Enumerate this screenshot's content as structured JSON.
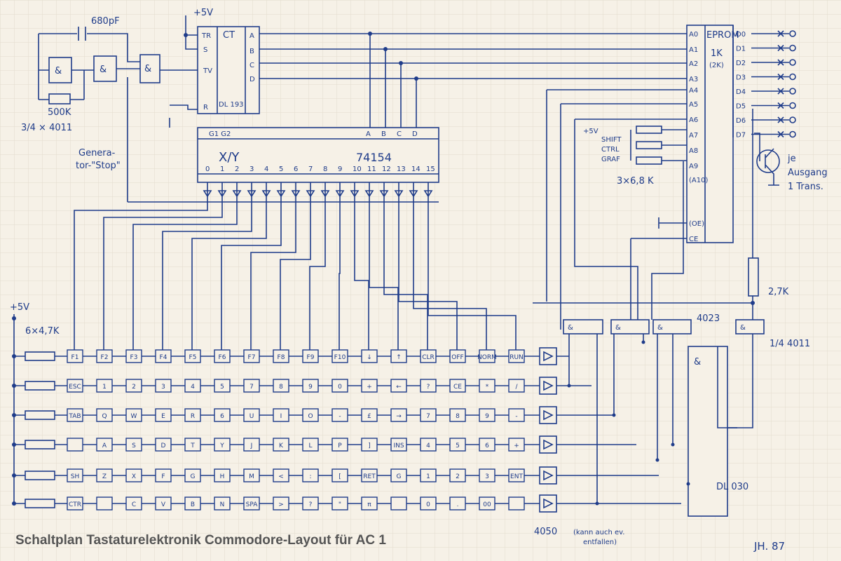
{
  "caption": "Schaltplan Tastaturelektronik Commodore-Layout für AC 1",
  "signature": "JH. 87",
  "oscillator": {
    "cap": "680pF",
    "resistor": "500K",
    "chip": "3/4 × 4011",
    "gate": "&"
  },
  "counter": {
    "name": "CT",
    "chip": "DL 193",
    "supply": "+5V",
    "pins_in": [
      "TR",
      "S",
      "TV",
      "R"
    ],
    "pins_out": [
      "A",
      "B",
      "C",
      "D"
    ]
  },
  "generator_label": [
    "Genera-",
    "tor-\"Stop\""
  ],
  "decoder": {
    "chip": "74154",
    "func": "X/Y",
    "enables": "G1 G2",
    "inputs": [
      "A",
      "B",
      "C",
      "D"
    ],
    "outputs": [
      "0",
      "1",
      "2",
      "3",
      "4",
      "5",
      "6",
      "7",
      "8",
      "9",
      "10",
      "11",
      "12",
      "13",
      "14",
      "15"
    ]
  },
  "eprom": {
    "title": "EPROM",
    "size": "1K",
    "alt": "(2K)",
    "addr": [
      "A0",
      "A1",
      "A2",
      "A3",
      "A4",
      "A5",
      "A6",
      "A7",
      "A8",
      "A9",
      "(A10)",
      "(OE)",
      "CE"
    ],
    "data": [
      "D0",
      "D1",
      "D2",
      "D3",
      "D4",
      "D5",
      "D6",
      "D7"
    ]
  },
  "modifiers": {
    "supply": "+5V",
    "labels": [
      "SHIFT",
      "CTRL",
      "GRAF"
    ],
    "resistors": "3×6,8 K"
  },
  "output_note": [
    "je",
    "Ausgang",
    "1 Trans."
  ],
  "resistor_27": "2,7K",
  "nand4011": "1/4 4011",
  "gates4023": "4023",
  "dl030": "DL 030",
  "buffer": "4050",
  "buffer_note": [
    "(kann auch ev.",
    "entfallen)"
  ],
  "supply_left": "+5V",
  "pullups": "6×4,7K",
  "keys": [
    [
      "F1",
      "F2",
      "F3",
      "F4",
      "F5",
      "F6",
      "F7",
      "F8",
      "F9",
      "F10",
      "↓",
      "↑",
      "CLR",
      "OFF",
      "NORM",
      "RUN"
    ],
    [
      "ESC",
      "1",
      "2",
      "3",
      "4",
      "5",
      "7",
      "8",
      "9",
      "0",
      "+",
      "←",
      "?",
      "CE",
      "*",
      "/"
    ],
    [
      "TAB",
      "Q",
      "W",
      "E",
      "R",
      "6",
      "U",
      "I",
      "O",
      "-",
      "£",
      "→",
      "7",
      "8",
      "9",
      "-"
    ],
    [
      "",
      "A",
      "S",
      "D",
      "T",
      "Y",
      "J",
      "K",
      "L",
      "P",
      "]",
      "INS",
      "4",
      "5",
      "6",
      "+"
    ],
    [
      "SH",
      "Z",
      "X",
      "F",
      "G",
      "H",
      "M",
      "<",
      ":",
      "[",
      "RET",
      "G",
      "1",
      "2",
      "3",
      "ENT"
    ],
    [
      "CTR",
      "",
      "C",
      "V",
      "B",
      "N",
      "SPA",
      ">",
      "?",
      "\"",
      "π",
      "",
      "0",
      ".",
      "00",
      ""
    ]
  ],
  "colors": {
    "ink": "#1f3c8a",
    "paper": "#f6f1e7",
    "grid": "#e3dccd"
  }
}
